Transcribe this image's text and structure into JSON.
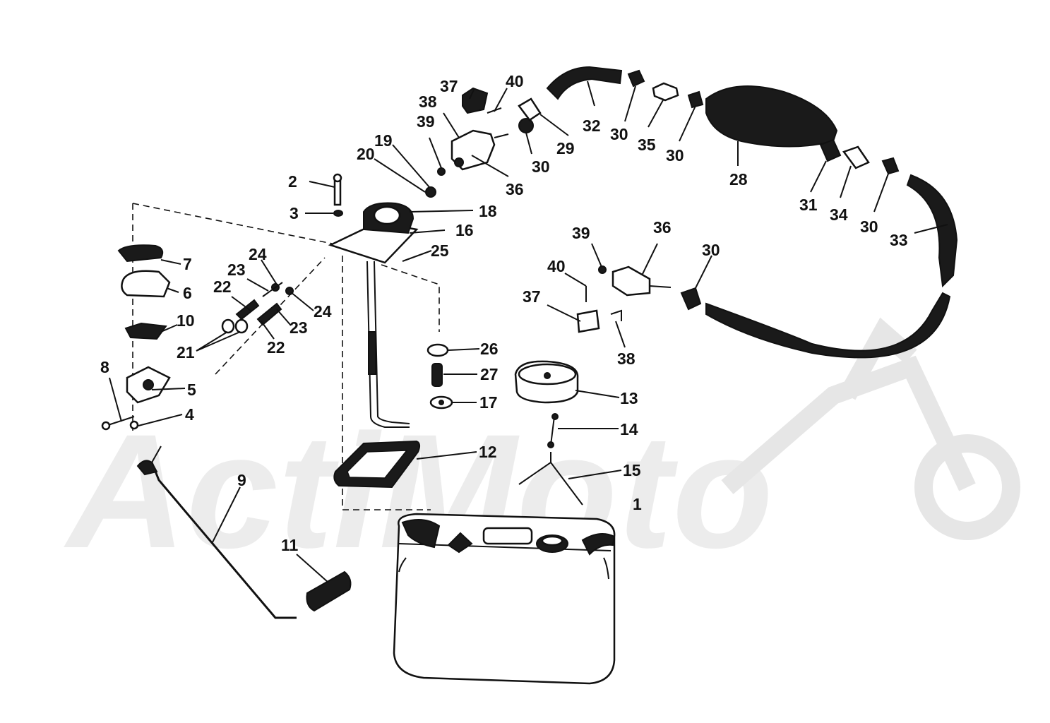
{
  "watermark": {
    "text": "ActiMoto"
  },
  "callouts": [
    {
      "id": "c1",
      "n": "1"
    },
    {
      "id": "c2",
      "n": "2"
    },
    {
      "id": "c3",
      "n": "3"
    },
    {
      "id": "c4",
      "n": "4"
    },
    {
      "id": "c5",
      "n": "5"
    },
    {
      "id": "c6",
      "n": "6"
    },
    {
      "id": "c7",
      "n": "7"
    },
    {
      "id": "c8",
      "n": "8"
    },
    {
      "id": "c9",
      "n": "9"
    },
    {
      "id": "c10",
      "n": "10"
    },
    {
      "id": "c11",
      "n": "11"
    },
    {
      "id": "c12",
      "n": "12"
    },
    {
      "id": "c13",
      "n": "13"
    },
    {
      "id": "c14",
      "n": "14"
    },
    {
      "id": "c15",
      "n": "15"
    },
    {
      "id": "c16",
      "n": "16"
    },
    {
      "id": "c17",
      "n": "17"
    },
    {
      "id": "c18",
      "n": "18"
    },
    {
      "id": "c19",
      "n": "19"
    },
    {
      "id": "c20",
      "n": "20"
    },
    {
      "id": "c21",
      "n": "21"
    },
    {
      "id": "c22a",
      "n": "22"
    },
    {
      "id": "c22b",
      "n": "22"
    },
    {
      "id": "c23a",
      "n": "23"
    },
    {
      "id": "c23b",
      "n": "23"
    },
    {
      "id": "c24a",
      "n": "24"
    },
    {
      "id": "c24b",
      "n": "24"
    },
    {
      "id": "c25",
      "n": "25"
    },
    {
      "id": "c26",
      "n": "26"
    },
    {
      "id": "c27",
      "n": "27"
    },
    {
      "id": "c28",
      "n": "28"
    },
    {
      "id": "c29",
      "n": "29"
    },
    {
      "id": "c30a",
      "n": "30"
    },
    {
      "id": "c30b",
      "n": "30"
    },
    {
      "id": "c30c",
      "n": "30"
    },
    {
      "id": "c30d",
      "n": "30"
    },
    {
      "id": "c30e",
      "n": "30"
    },
    {
      "id": "c31",
      "n": "31"
    },
    {
      "id": "c32",
      "n": "32"
    },
    {
      "id": "c33",
      "n": "33"
    },
    {
      "id": "c34",
      "n": "34"
    },
    {
      "id": "c35",
      "n": "35"
    },
    {
      "id": "c36a",
      "n": "36"
    },
    {
      "id": "c36b",
      "n": "36"
    },
    {
      "id": "c37a",
      "n": "37"
    },
    {
      "id": "c37b",
      "n": "37"
    },
    {
      "id": "c38a",
      "n": "38"
    },
    {
      "id": "c38b",
      "n": "38"
    },
    {
      "id": "c39a",
      "n": "39"
    },
    {
      "id": "c39b",
      "n": "39"
    },
    {
      "id": "c40a",
      "n": "40"
    },
    {
      "id": "c40b",
      "n": "40"
    }
  ]
}
